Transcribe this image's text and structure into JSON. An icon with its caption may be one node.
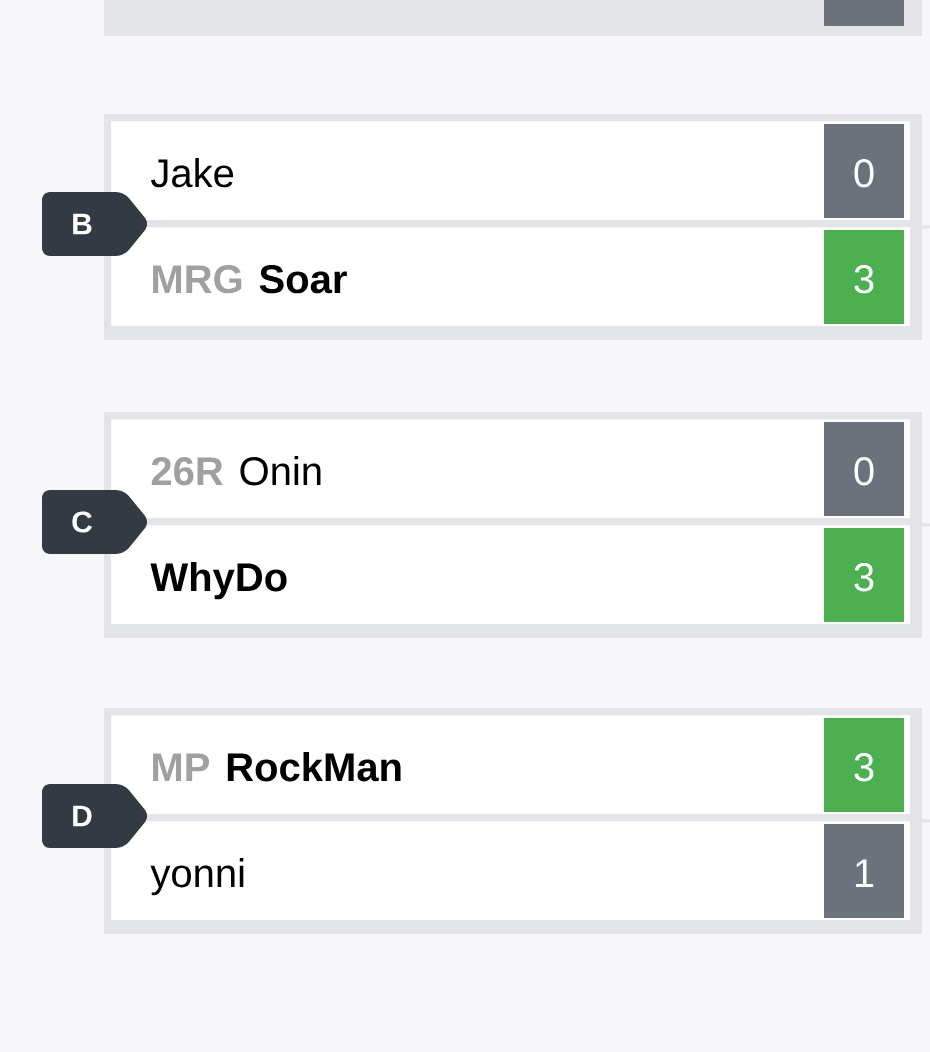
{
  "diagram": {
    "nodes": [
      {
        "text": [],
        "shape": "box"
      },
      {
        "text": [
          "B"
        ]
      },
      {
        "text": [],
        "shape": "box"
      },
      {
        "text": [
          "Jake",
          "0"
        ],
        "in": 2
      },
      {
        "text": [
          "MRG",
          "Soar",
          "3"
        ],
        "in": 2
      },
      {
        "text": [
          "C"
        ]
      },
      {
        "text": [],
        "shape": "box"
      },
      {
        "text": [
          "26R",
          "Onin",
          "0"
        ],
        "in": 6
      },
      {
        "text": [
          "WhyDo",
          "3"
        ],
        "in": 6
      },
      {
        "text": [
          "D"
        ]
      },
      {
        "text": [],
        "shape": "box"
      },
      {
        "text": [
          "MP",
          "RockMan",
          "3"
        ],
        "in": 10
      },
      {
        "text": [
          "yonni",
          "1"
        ],
        "in": 10
      }
    ],
    "edges": [
      {
        "from": 2,
        "to": null,
        "arrow": "none"
      },
      {
        "from": 6,
        "to": null,
        "arrow": "none"
      },
      {
        "from": 10,
        "to": null,
        "arrow": "none"
      }
    ]
  }
}
